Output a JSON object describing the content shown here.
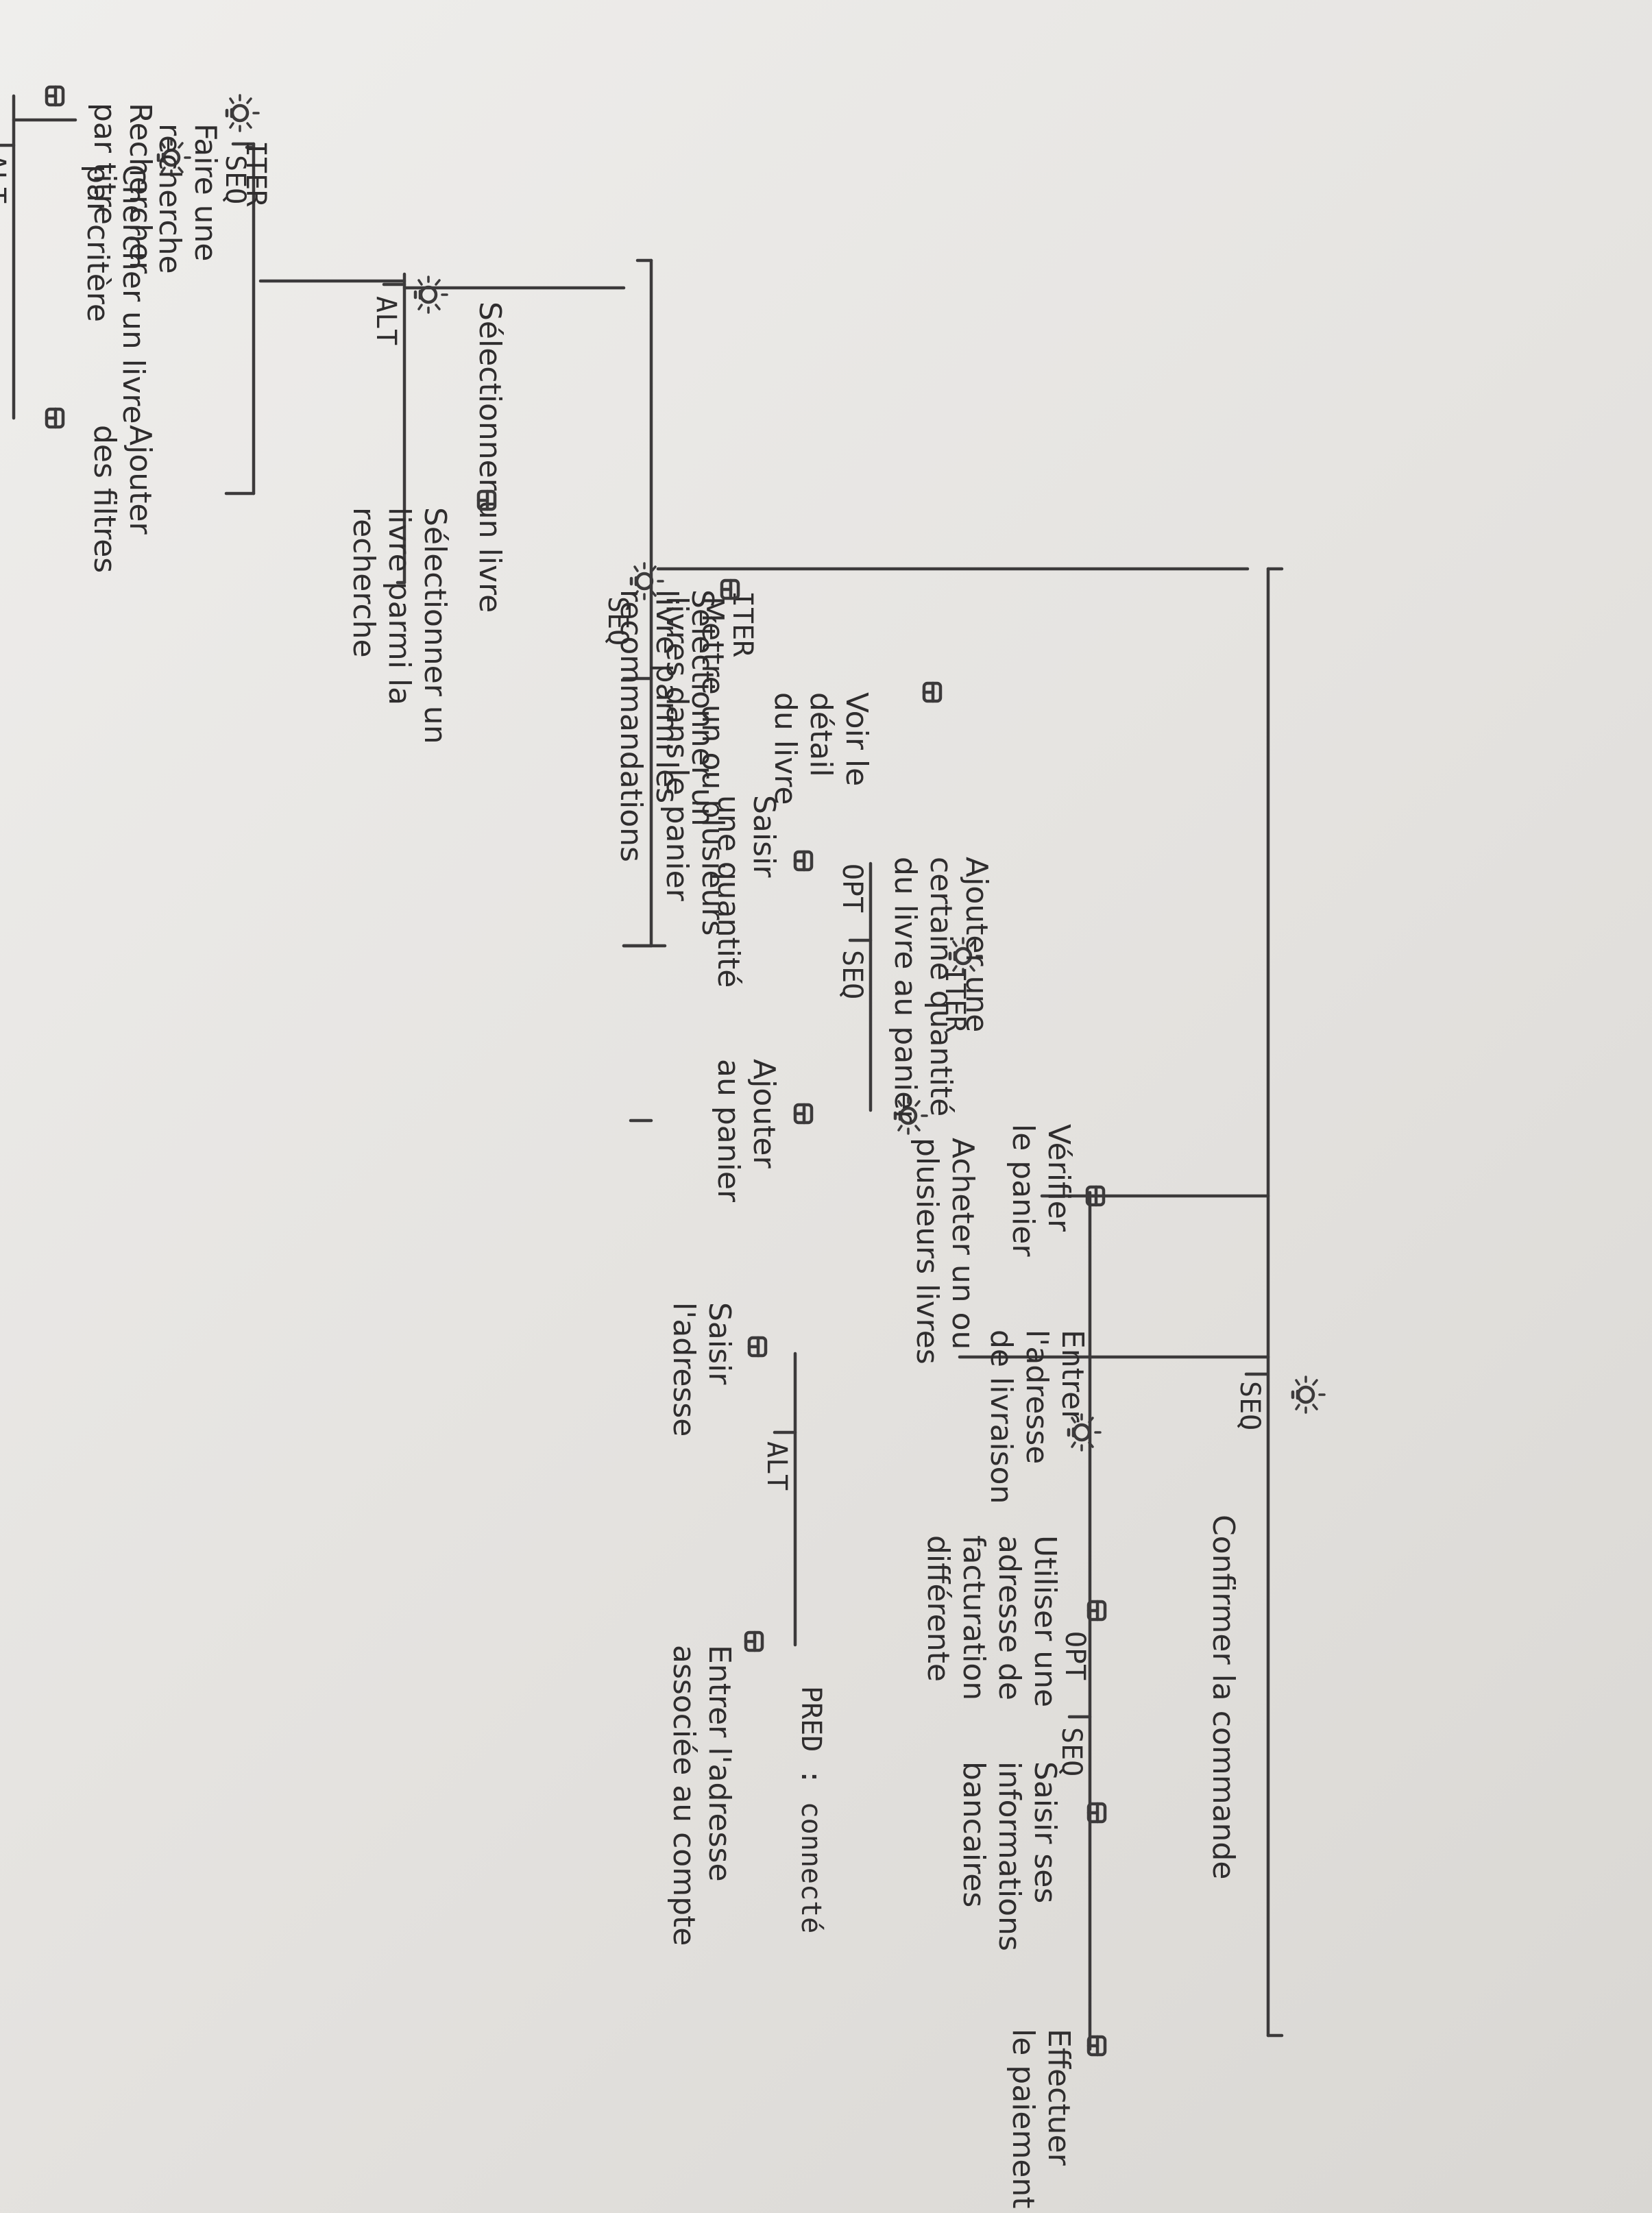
{
  "diagram": {
    "nodes": [
      {
        "id": "root",
        "lines": [
          "Acheter un ou",
          "plusieurs livres"
        ],
        "icon": "bulb"
      },
      {
        "id": "n1",
        "lines": [
          "Mettre un ou plusieurs",
          "livres dans le panier"
        ],
        "icon": "bulb"
      },
      {
        "id": "n1a",
        "lines": [
          "Sélectionner un livre"
        ],
        "icon": "bulb"
      },
      {
        "id": "n1a1",
        "lines": [
          "Chercher un livre",
          "par critère"
        ],
        "icon": "bulb"
      },
      {
        "id": "n1a1a",
        "lines": [
          "Faire une",
          "recherche"
        ],
        "icon": "bulb"
      },
      {
        "id": "n1a1a1",
        "lines": [
          "Rechercher",
          "par titre"
        ],
        "icon": "box"
      },
      {
        "id": "n1a1a2",
        "lines": [
          "Ajouter",
          "des filtres"
        ],
        "icon": "box"
      },
      {
        "id": "n1a1b",
        "lines": [
          "Sélectionner un",
          "livre parmi la",
          "recherche"
        ],
        "icon": "box"
      },
      {
        "id": "n1a2",
        "lines": [
          "Sélectionner un",
          "livre parmi les",
          "recommandations"
        ],
        "icon": "box"
      },
      {
        "id": "n1b",
        "lines": [
          "Voir le",
          "détail",
          "du livre"
        ],
        "icon": "box"
      },
      {
        "id": "n1c",
        "lines": [
          "Ajouter une",
          "certaine quantité",
          "du livre au panier"
        ],
        "icon": "bulb"
      },
      {
        "id": "n1c1",
        "lines": [
          "Saisir",
          "une quantité"
        ],
        "icon": "box"
      },
      {
        "id": "n1c2",
        "lines": [
          "Ajouter",
          "au panier"
        ],
        "icon": "box"
      },
      {
        "id": "n2",
        "lines": [
          "Confirmer la commande"
        ],
        "icon": "bulb"
      },
      {
        "id": "n2a",
        "lines": [
          "Vérifier",
          "le panier"
        ],
        "icon": "box"
      },
      {
        "id": "n2b",
        "lines": [
          "Entrer",
          "l'adresse",
          "de livraison"
        ],
        "icon": "bulb"
      },
      {
        "id": "n2b1",
        "lines": [
          "Saisir",
          "l'adresse"
        ],
        "icon": "box"
      },
      {
        "id": "n2b2",
        "lines": [
          "Entrer l'adresse",
          "associée au compte"
        ],
        "icon": "box"
      },
      {
        "id": "n2c",
        "lines": [
          "Utiliser une",
          "adresse de",
          "facturation",
          "différente"
        ],
        "icon": "box"
      },
      {
        "id": "n2d",
        "lines": [
          "Saisir ses",
          "informations",
          "bancaires"
        ],
        "icon": "box"
      },
      {
        "id": "n2e",
        "lines": [
          "Effectuer",
          "le paiement"
        ],
        "icon": "box"
      }
    ],
    "operators": {
      "root": "SEQ",
      "n1": "SEQ",
      "n1_iter": "ITER",
      "n1a": "ALT",
      "n1a1": "SEQ",
      "n1a1a": "ALT",
      "n1a1a_iter": "ITER",
      "n1c": "SEQ",
      "n1c_iter": "ITER",
      "n1c1_opt": "OPT",
      "n2": "SEQ",
      "n2b": "ALT",
      "n2c_opt": "OPT",
      "n2b2_pred": "PRED : connecté"
    }
  }
}
